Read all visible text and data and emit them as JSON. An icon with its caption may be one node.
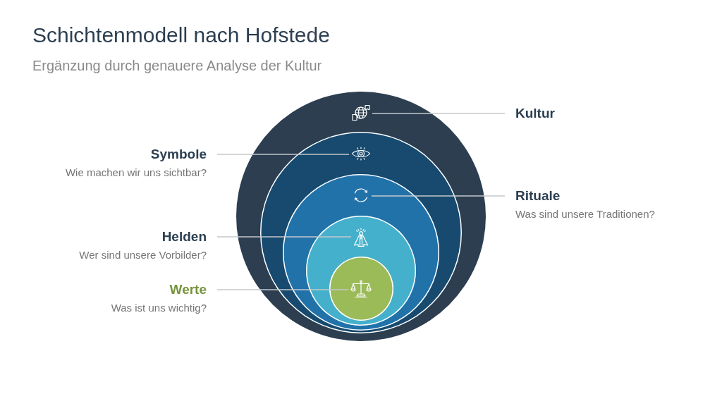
{
  "diagram": {
    "title": "Schichtenmodell nach Hofstede",
    "nodes": [
      {
        "text": [],
        "shape": "circle"
      },
      {
        "text": [],
        "shape": "picture",
        "in": 0
      },
      {
        "text": [],
        "shape": "circle",
        "in": 0
      },
      {
        "text": [],
        "shape": "picture",
        "in": 2
      },
      {
        "text": [],
        "shape": "circle",
        "in": 2
      },
      {
        "text": [],
        "shape": "picture",
        "in": 4
      },
      {
        "text": [],
        "shape": "circle",
        "in": 4
      },
      {
        "text": [],
        "shape": "picture",
        "in": 6
      },
      {
        "text": [],
        "shape": "circle",
        "in": 6
      },
      {
        "text": [],
        "shape": "picture",
        "in": 8
      },
      {
        "text": [
          "Kultur"
        ]
      },
      {
        "text": [
          "Symbole",
          "Wie machen wir uns sichtbar?"
        ]
      },
      {
        "text": [
          "Rituale",
          "Was sind unsere Traditionen?"
        ]
      },
      {
        "text": [
          "Helden",
          "Wer sind unsere Vorbilder?"
        ]
      },
      {
        "text": [
          "Werte",
          "Was ist uns wichtig?"
        ]
      }
    ],
    "edges": [
      {
        "from": 10,
        "to": 1,
        "arrow": "none"
      },
      {
        "from": 11,
        "to": 3,
        "arrow": "none"
      },
      {
        "from": 12,
        "to": 5,
        "arrow": "none"
      },
      {
        "from": 13,
        "to": 7,
        "arrow": "none"
      },
      {
        "from": 14,
        "to": 9,
        "arrow": "none"
      }
    ],
    "labels": [
      "Ergänzung durch genauere Analyse der Kultur"
    ]
  }
}
